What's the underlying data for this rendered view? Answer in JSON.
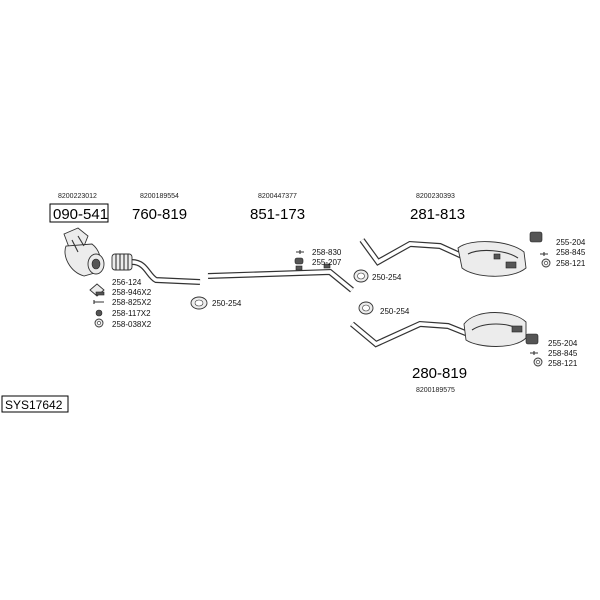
{
  "system_code": "SYS17642",
  "parts": [
    {
      "part_no": "090-541",
      "oem": "8200223012",
      "boxed": true
    },
    {
      "part_no": "760-819",
      "oem": "8200189554",
      "boxed": false
    },
    {
      "part_no": "851-173",
      "oem": "8200447377",
      "boxed": false
    },
    {
      "part_no": "281-813",
      "oem": "8200230393",
      "boxed": false
    },
    {
      "part_no": "280-819",
      "oem": "8200189575",
      "boxed": false
    }
  ],
  "accessories": {
    "cat_kit": [
      "256-124",
      "258-946X2",
      "258-825X2",
      "258-117X2",
      "258-038X2"
    ],
    "clamp_a": "250-254",
    "mid_kit": [
      "258-830",
      "255-207"
    ],
    "clamp_b": "250-254",
    "clamp_c": "250-254",
    "rear_upper_kit": [
      "255-204",
      "258-845",
      "258-121"
    ],
    "rear_lower_kit": [
      "255-204",
      "258-845",
      "258-121"
    ]
  }
}
